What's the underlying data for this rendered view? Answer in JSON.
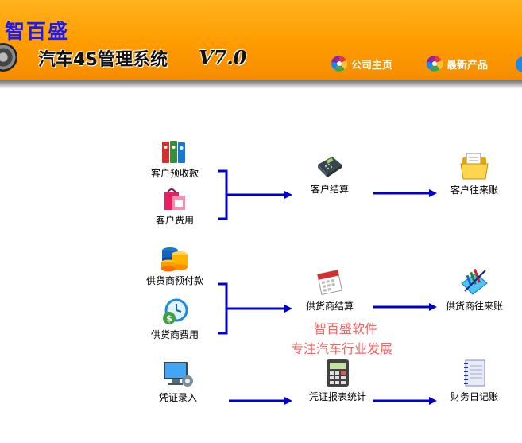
{
  "header": {
    "brand": "智百盛",
    "title": "汽车4S管理系统",
    "version": "V7.0",
    "nav": [
      {
        "label": "公司主页",
        "icon": "color-wheel-icon"
      },
      {
        "label": "最新产品",
        "icon": "color-wheel-icon"
      }
    ]
  },
  "flow": {
    "customer_prepay": "客户预收款",
    "customer_expense": "客户费用",
    "customer_settle": "客户结算",
    "customer_ledger": "客户往来账",
    "supplier_prepay": "供货商预付款",
    "supplier_expense": "供货商费用",
    "supplier_settle": "供货商结算",
    "supplier_ledger": "供货商往来账",
    "voucher_entry": "凭证录入",
    "voucher_report": "凭证报表统计",
    "finance_journal": "财务日记账"
  },
  "watermark": {
    "line1": "智百盛软件",
    "line2": "专注汽车行业发展"
  },
  "colors": {
    "header": "#ff9c00",
    "arrow": "#0000cc",
    "brand": "#1a1aff",
    "watermark": "#ff6060"
  }
}
